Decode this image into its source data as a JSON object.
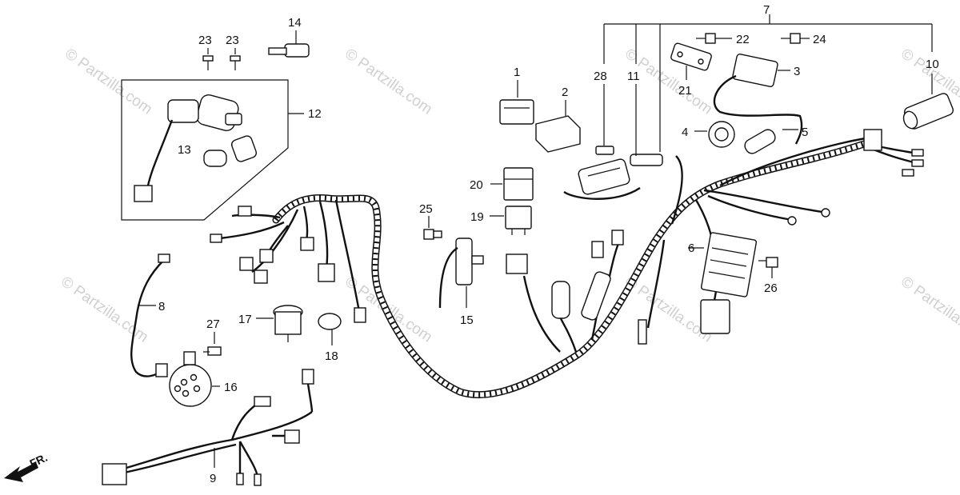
{
  "watermark": {
    "text": "© Partzilla.com"
  },
  "front_indicator": {
    "label": "FR."
  },
  "callouts": [
    "1",
    "2",
    "3",
    "4",
    "5",
    "6",
    "7",
    "8",
    "9",
    "10",
    "11",
    "12",
    "13",
    "14",
    "15",
    "16",
    "17",
    "18",
    "19",
    "20",
    "21",
    "22",
    "23",
    "24",
    "25",
    "26",
    "27",
    "28"
  ],
  "colors": {
    "line": "#111111",
    "watermark": "#d0d0d0",
    "background": "#ffffff"
  }
}
